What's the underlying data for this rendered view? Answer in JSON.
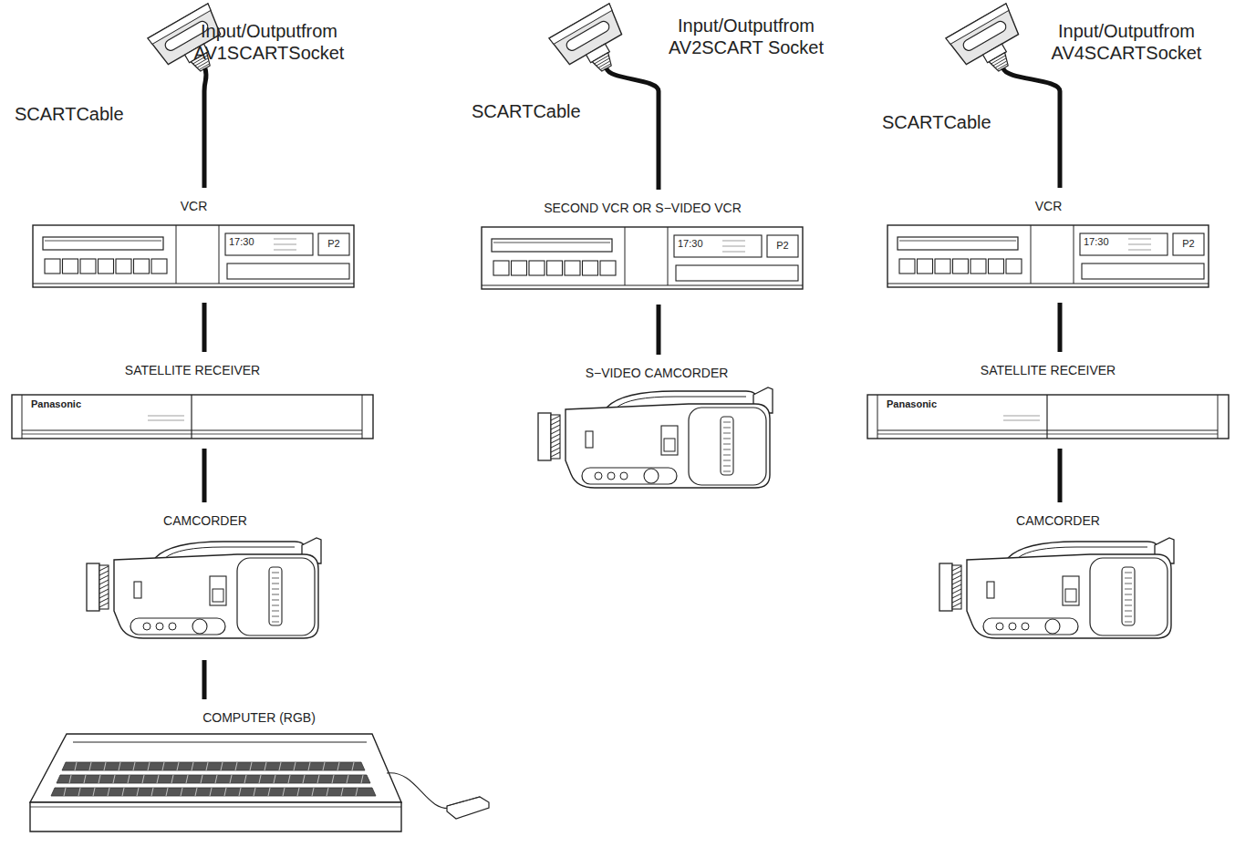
{
  "diagram": {
    "nodes": [
      {
        "text": [
          "Input/Outputfrom AV1SCARTSocket"
        ]
      },
      {
        "text": [
          "VCR"
        ]
      },
      {
        "text": [
          "SATELLITE RECEIVER"
        ]
      },
      {
        "text": [
          "CAMCORDER"
        ]
      },
      {
        "text": [
          "COMPUTER (RGB)"
        ]
      },
      {
        "text": [
          "Input/Outputfrom AV2SCART Socket"
        ]
      },
      {
        "text": [
          "SECOND VCR OR S−VIDEO VCR"
        ]
      },
      {
        "text": [
          "S−VIDEO CAMCORDER"
        ]
      },
      {
        "text": [
          "Input/Outputfrom AV4SCARTSocket"
        ]
      },
      {
        "text": [
          "VCR"
        ]
      },
      {
        "text": [
          "SATELLITE RECEIVER"
        ]
      },
      {
        "text": [
          "CAMCORDER"
        ]
      }
    ],
    "edges": [
      {
        "from": 0,
        "to": 1,
        "label": "SCARTCable",
        "arrow": "none"
      },
      {
        "from": 1,
        "to": 2,
        "arrow": "none"
      },
      {
        "from": 2,
        "to": 3,
        "arrow": "none"
      },
      {
        "from": 3,
        "to": 4,
        "arrow": "none"
      },
      {
        "from": 5,
        "to": 6,
        "label": "SCARTCable",
        "arrow": "none"
      },
      {
        "from": 6,
        "to": 7,
        "arrow": "none"
      },
      {
        "from": 8,
        "to": 9,
        "label": "SCARTCable",
        "arrow": "none"
      },
      {
        "from": 9,
        "to": 10,
        "arrow": "none"
      },
      {
        "from": 10,
        "to": 11,
        "arrow": "none"
      }
    ],
    "labels": [
      "17:30",
      "P2",
      "Panasonic",
      "17:30",
      "P2",
      "17:30",
      "P2",
      "Panasonic"
    ]
  }
}
